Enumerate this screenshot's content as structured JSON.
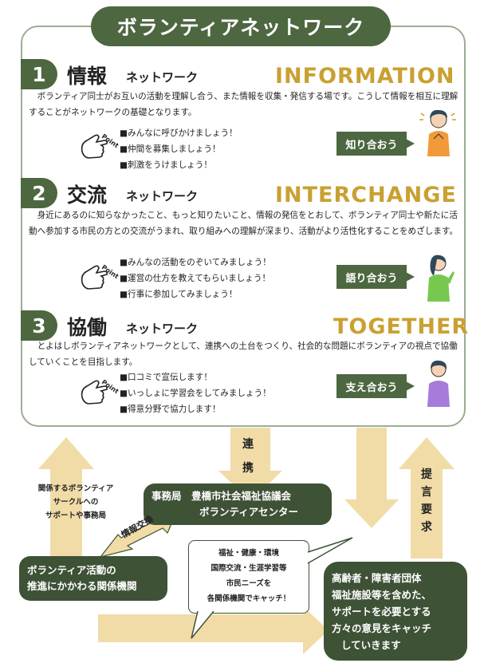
{
  "title": "ボランティアネットワーク",
  "sections": [
    {
      "num": "1",
      "title": "情報",
      "subtitle": "ネットワーク",
      "english": "INFORMATION",
      "desc": "　ボランティア同士がお互いの活動を理解し合う、また情報を収集・発信する場です。こうして情報を相互に理解することがネットワークの基礎となります。",
      "bullets": [
        "みんなに呼びかけましょう！",
        "仲間を募集しましょう！",
        "刺激をうけましょう！"
      ],
      "speech": "知り合おう",
      "point": "Point"
    },
    {
      "num": "2",
      "title": "交流",
      "subtitle": "ネットワーク",
      "english": "INTERCHANGE",
      "desc": "　身近にあるのに知らなかったこと、もっと知りたいこと、情報の発信をとおして、ボランティア同士や新たに活動へ参加する市民の方との交流がうまれ、取り組みへの理解が深まり、活動がより活性化することをめざします。",
      "bullets": [
        "みんなの活動をのぞいてみましょう！",
        "運営の仕方を教えてもらいましょう！",
        "行事に参加してみましょう！"
      ],
      "speech": "語り合おう",
      "point": "Point"
    },
    {
      "num": "3",
      "title": "協働",
      "subtitle": "ネットワーク",
      "english": "TOGETHER",
      "desc": "　とよはしボランティアネットワークとして、連携への土台をつくり、社会的な問題にボランティアの視点で協働していくことを目指します。",
      "bullets": [
        "口コミで宣伝します！",
        "いっしょに学習会をしてみましょう！",
        "得意分野で協力します！"
      ],
      "speech": "支え合おう",
      "point": "Point"
    }
  ],
  "diagram": {
    "renkei": [
      "連",
      "携"
    ],
    "teigen": [
      "提",
      "言",
      "要",
      "求"
    ],
    "left_text": [
      "関係するボランティア",
      "サークルへの",
      "サポートや事務局"
    ],
    "center_box": [
      "事務局　豊橋市社会福祉協議会",
      "ボランティアセンター"
    ],
    "exchange": "情報交換",
    "left_box": [
      "ボランティア活動の",
      "推進にかかわる関係機関"
    ],
    "bubble": [
      "福祉・健康・環境",
      "国際交流・生涯学習等",
      "市民ニーズを",
      "各関係機関でキャッチ！"
    ],
    "right_box": [
      "高齢者・障害者団体",
      "福祉施設等を含めた、",
      "サポートを必要とする",
      "方々の意見をキャッチ",
      "していきます"
    ]
  },
  "colors": {
    "dark_green": "#4d6741",
    "frame": "#9bad93",
    "gold": "#c9a032",
    "arrow": "#f1dca7"
  }
}
